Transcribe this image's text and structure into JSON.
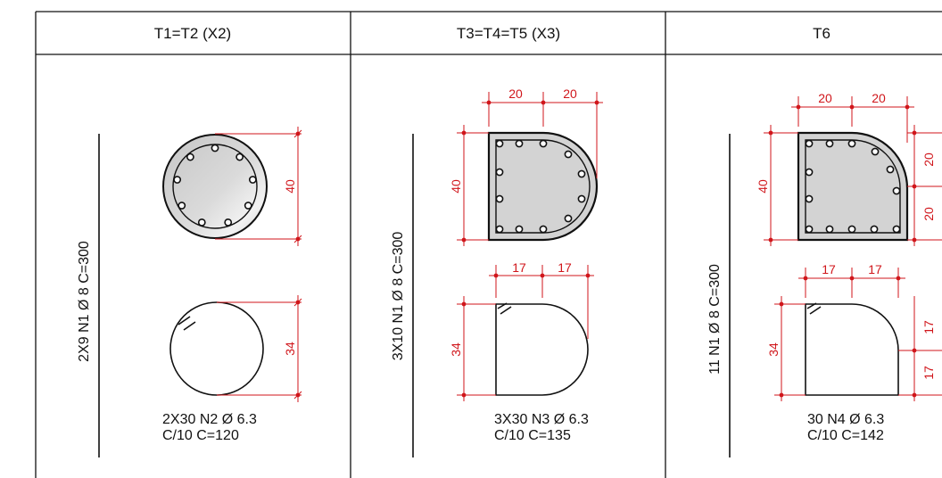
{
  "colors": {
    "line": "#111111",
    "dimension": "#d0161b",
    "concrete": "#d3d3d3"
  },
  "columns": [
    {
      "header": "T1=T2 (X2)",
      "main_bar": "2X9 N1 Ø 8 C=300",
      "section_dim": "40",
      "stirrup_dim": "34",
      "stirrup_line1": "2X30 N2 Ø 6.3",
      "stirrup_line2": "C/10 C=120"
    },
    {
      "header": "T3=T4=T5 (X3)",
      "main_bar": "3X10 N1 Ø 8 C=300",
      "section_dims": [
        "20",
        "20",
        "40"
      ],
      "stirrup_dims": [
        "17",
        "17",
        "34"
      ],
      "stirrup_line1": "3X30 N3 Ø 6.3",
      "stirrup_line2": "C/10 C=135"
    },
    {
      "header": "T6",
      "main_bar": "11 N1 Ø 8 C=300",
      "section_dims": [
        "20",
        "20",
        "40",
        "20",
        "20"
      ],
      "stirrup_dims": [
        "17",
        "17",
        "34",
        "17",
        "17"
      ],
      "stirrup_line1": "30 N4 Ø 6.3",
      "stirrup_line2": "C/10 C=142"
    }
  ]
}
